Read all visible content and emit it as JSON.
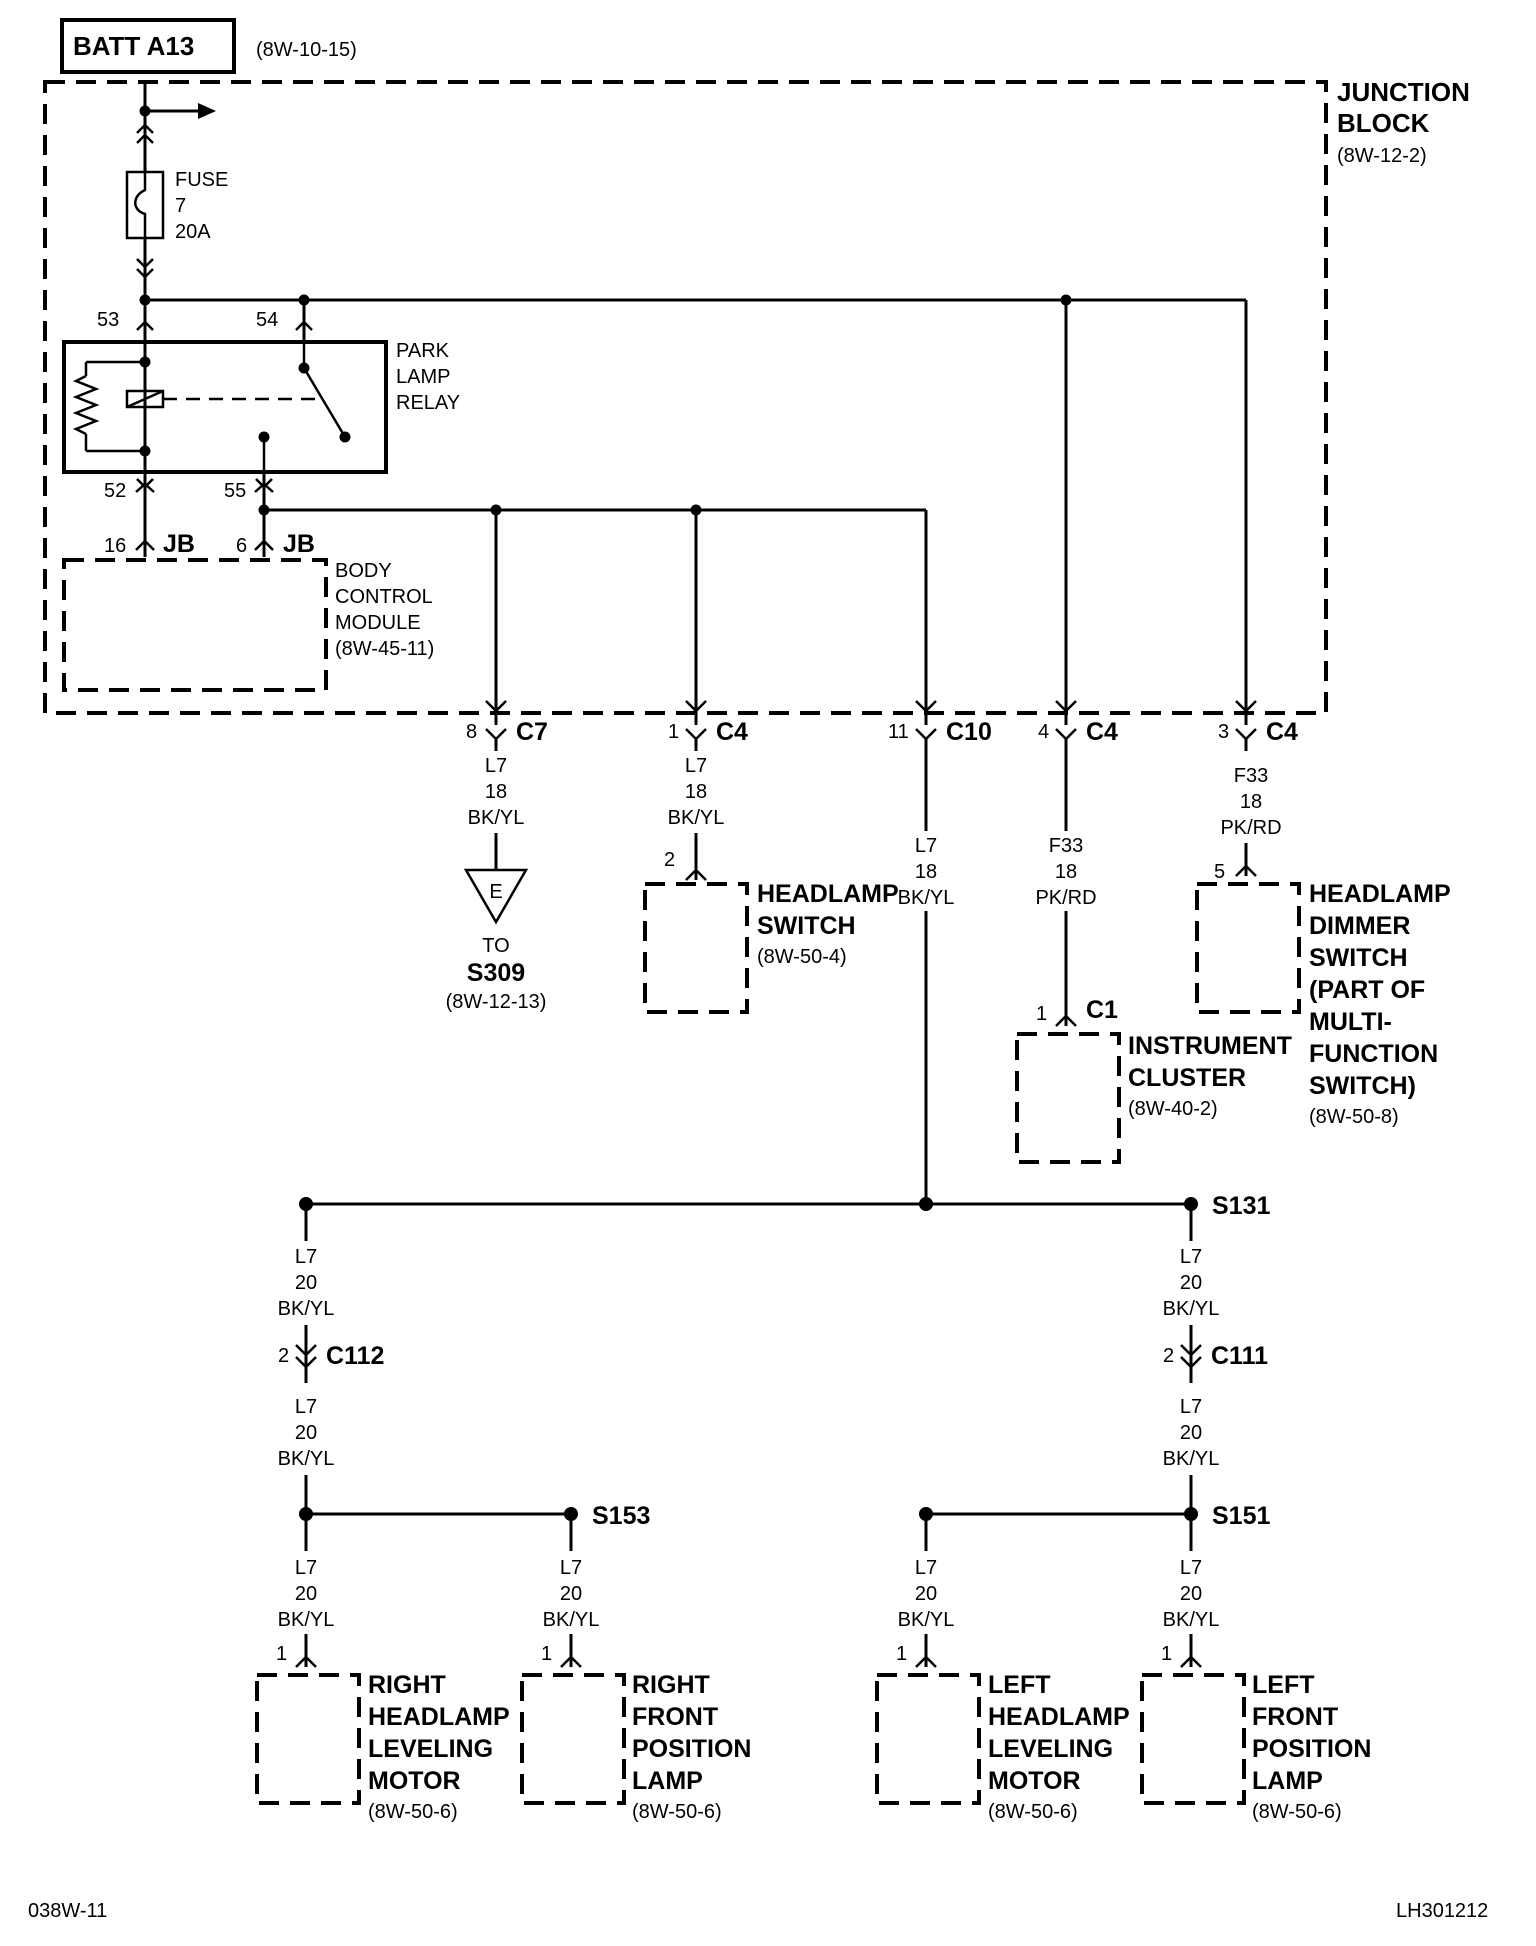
{
  "batt": {
    "label": "BATT A13",
    "ref": "(8W-10-15)"
  },
  "junction_block": {
    "line1": "JUNCTION",
    "line2": "BLOCK",
    "ref": "(8W-12-2)"
  },
  "fuse": {
    "line1": "FUSE",
    "line2": "7",
    "line3": "20A"
  },
  "relay": {
    "line1": "PARK",
    "line2": "LAMP",
    "line3": "RELAY",
    "pin53": "53",
    "pin54": "54",
    "pin52": "52",
    "pin55": "55"
  },
  "bcm": {
    "line1": "BODY",
    "line2": "CONTROL",
    "line3": "MODULE",
    "ref": "(8W-45-11)",
    "pin16": "16",
    "pin16_conn": "JB",
    "pin6": "6",
    "pin6_conn": "JB"
  },
  "connectors": {
    "c7": {
      "pin": "8",
      "name": "C7"
    },
    "c4a": {
      "pin": "1",
      "name": "C4"
    },
    "c10": {
      "pin": "11",
      "name": "C10"
    },
    "c4b": {
      "pin": "4",
      "name": "C4"
    },
    "c4c": {
      "pin": "3",
      "name": "C4"
    }
  },
  "wires": {
    "w1": {
      "circuit": "L7",
      "gauge": "18",
      "color": "BK/YL"
    },
    "w2": {
      "circuit": "L7",
      "gauge": "18",
      "color": "BK/YL"
    },
    "w3": {
      "circuit": "L7",
      "gauge": "18",
      "color": "BK/YL"
    },
    "w4": {
      "circuit": "F33",
      "gauge": "18",
      "color": "PK/RD"
    },
    "w5": {
      "circuit": "F33",
      "gauge": "18",
      "color": "PK/RD"
    },
    "w6": {
      "circuit": "L7",
      "gauge": "20",
      "color": "BK/YL"
    },
    "w7": {
      "circuit": "L7",
      "gauge": "20",
      "color": "BK/YL"
    },
    "w8": {
      "circuit": "L7",
      "gauge": "20",
      "color": "BK/YL"
    },
    "w9": {
      "circuit": "L7",
      "gauge": "20",
      "color": "BK/YL"
    },
    "w10": {
      "circuit": "L7",
      "gauge": "20",
      "color": "BK/YL"
    },
    "w11": {
      "circuit": "L7",
      "gauge": "20",
      "color": "BK/YL"
    },
    "w12": {
      "circuit": "L7",
      "gauge": "20",
      "color": "BK/YL"
    },
    "w13": {
      "circuit": "L7",
      "gauge": "20",
      "color": "BK/YL"
    }
  },
  "ground": {
    "symbol": "E",
    "to": "TO",
    "splice": "S309",
    "ref": "(8W-12-13)"
  },
  "headlamp_switch": {
    "pin": "2",
    "line1": "HEADLAMP",
    "line2": "SWITCH",
    "ref": "(8W-50-4)"
  },
  "dimmer_switch": {
    "pin": "5",
    "line1": "HEADLAMP",
    "line2": "DIMMER",
    "line3": "SWITCH",
    "line4": "(PART OF",
    "line5": "MULTI-",
    "line6": "FUNCTION",
    "line7": "SWITCH)",
    "ref": "(8W-50-8)"
  },
  "instrument_cluster": {
    "pin": "1",
    "conn": "C1",
    "line1": "INSTRUMENT",
    "line2": "CLUSTER",
    "ref": "(8W-40-2)"
  },
  "splices": {
    "s131": "S131",
    "s153": "S153",
    "s151": "S151"
  },
  "c112": {
    "pin": "2",
    "name": "C112"
  },
  "c111": {
    "pin": "2",
    "name": "C111"
  },
  "right_leveling": {
    "pin": "1",
    "line1": "RIGHT",
    "line2": "HEADLAMP",
    "line3": "LEVELING",
    "line4": "MOTOR",
    "ref": "(8W-50-6)"
  },
  "right_position": {
    "pin": "1",
    "line1": "RIGHT",
    "line2": "FRONT",
    "line3": "POSITION",
    "line4": "LAMP",
    "ref": "(8W-50-6)"
  },
  "left_leveling": {
    "pin": "1",
    "line1": "LEFT",
    "line2": "HEADLAMP",
    "line3": "LEVELING",
    "line4": "MOTOR",
    "ref": "(8W-50-6)"
  },
  "left_position": {
    "pin": "1",
    "line1": "LEFT",
    "line2": "FRONT",
    "line3": "POSITION",
    "line4": "LAMP",
    "ref": "(8W-50-6)"
  },
  "footer": {
    "left": "038W-11",
    "right": "LH301212"
  }
}
